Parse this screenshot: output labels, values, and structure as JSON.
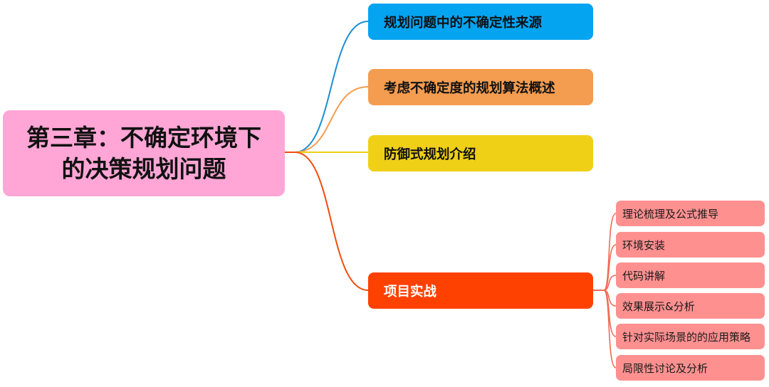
{
  "root": {
    "line1": "第三章：不确定环境下",
    "line2": "的决策规划问题"
  },
  "branches": [
    {
      "label": "规划问题中的不确定性来源",
      "color": "#04a4f1"
    },
    {
      "label": "考虑不确定度的规划算法概述",
      "color": "#f49c4f"
    },
    {
      "label": "防御式规划介绍",
      "color": "#efd017"
    },
    {
      "label": "项目实战",
      "color": "#ff4100"
    }
  ],
  "project_items": [
    "理论梳理及公式推导",
    "环境安装",
    "代码讲解",
    "效果展示&分析",
    "针对实际场景的的应用策略",
    "局限性讨论及分析"
  ]
}
